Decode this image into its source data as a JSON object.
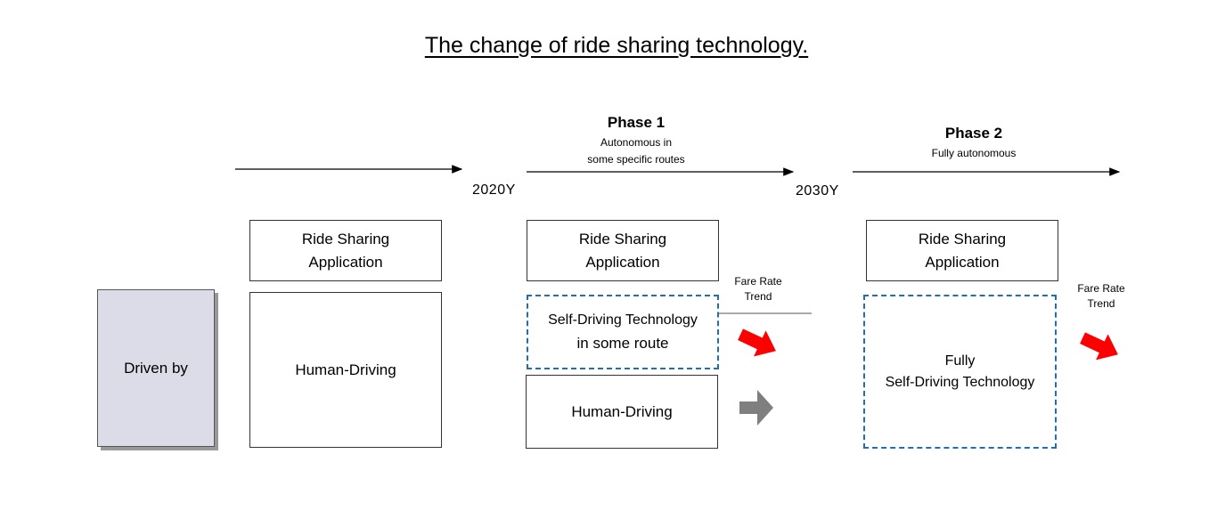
{
  "title": "The change of ride sharing technology.",
  "timeline": {
    "year1": "2020Y",
    "year2": "2030Y",
    "phase1": {
      "label": "Phase 1",
      "line1": "Autonomous in",
      "line2": "some specific routes"
    },
    "phase2": {
      "label": "Phase 2",
      "line1": "Fully autonomous"
    }
  },
  "driven_by": "Driven by",
  "columns": {
    "current": {
      "app_line1": "Ride Sharing",
      "app_line2": "Application",
      "driving": "Human-Driving"
    },
    "phase1": {
      "app_line1": "Ride Sharing",
      "app_line2": "Application",
      "self_line1": "Self-Driving Technology",
      "self_line2": "in some route",
      "driving": "Human-Driving"
    },
    "phase2": {
      "app_line1": "Ride Sharing",
      "app_line2": "Application",
      "self_line1": "Fully",
      "self_line2": "Self-Driving Technology"
    }
  },
  "fare_rate": {
    "line1": "Fare Rate",
    "line2": "Trend"
  },
  "colors": {
    "dashed_border": "#1f6fb3",
    "down_arrow": "#ff0000",
    "flat_arrow": "#7f7f7f",
    "driven_fill": "#dcdce8"
  },
  "icons": {
    "down_trend": "red-arrow-down-right-icon",
    "flat_trend": "gray-arrow-right-icon"
  }
}
